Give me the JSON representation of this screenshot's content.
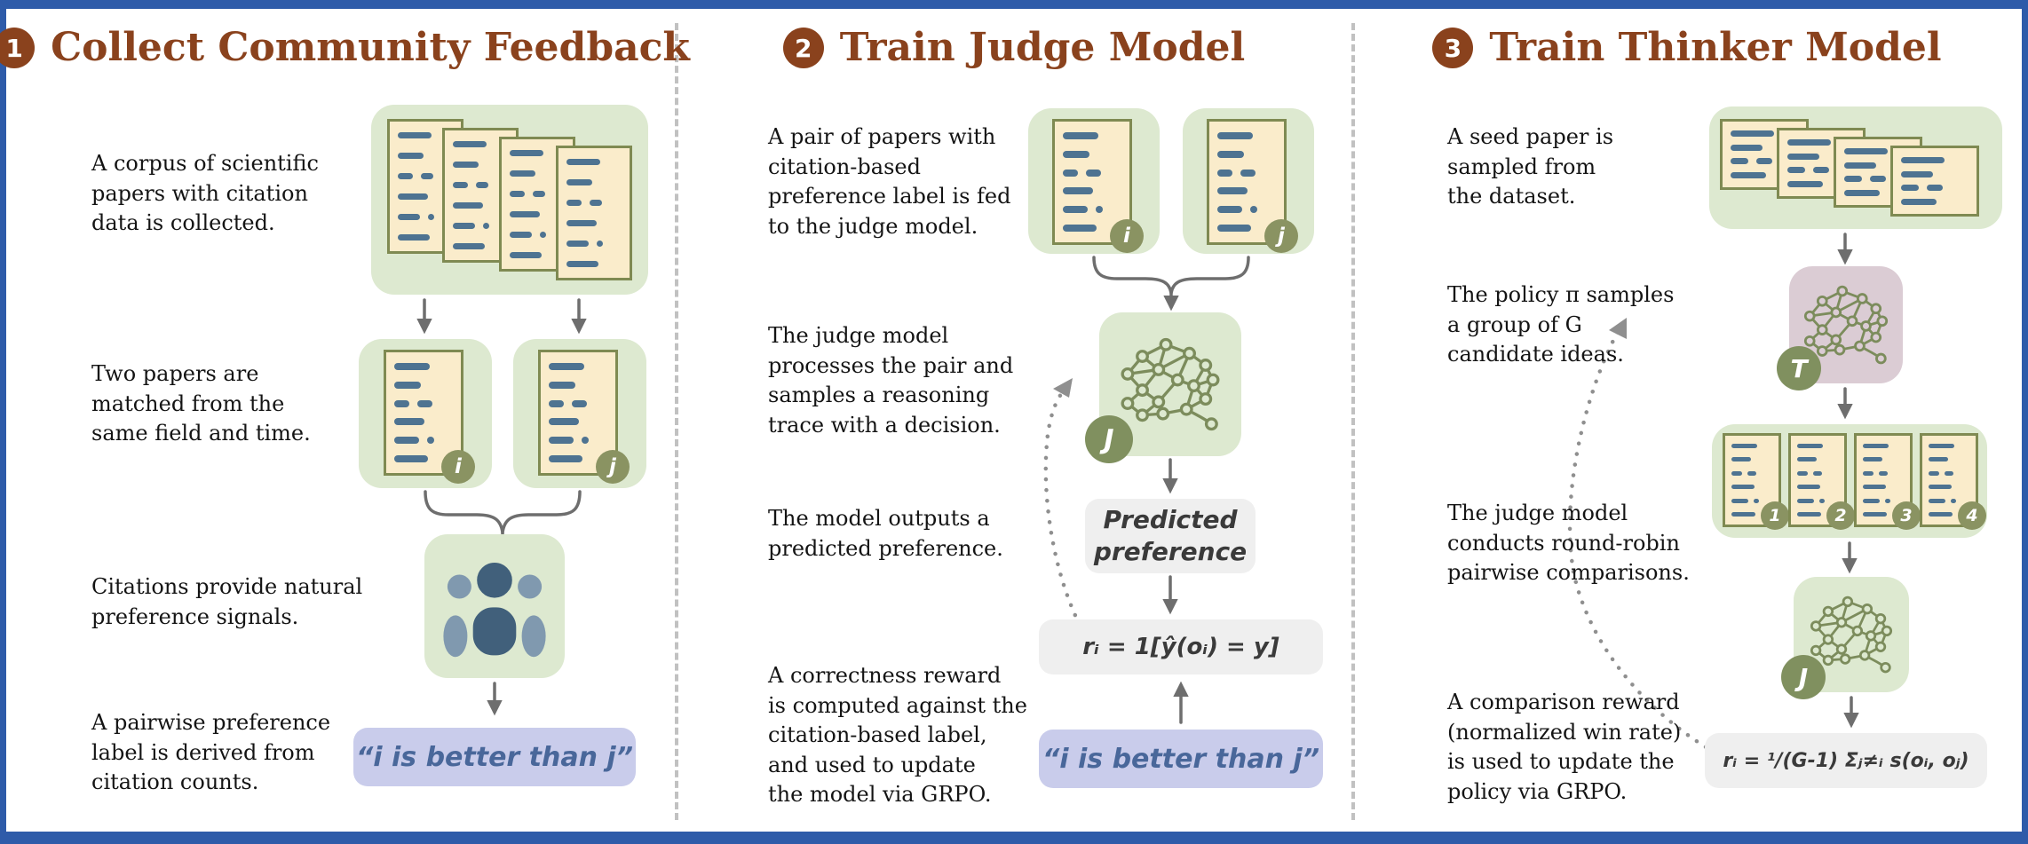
{
  "colors": {
    "frame_blue": "#2e5ba9",
    "title_brown": "#8a421d",
    "panel_green": "#dde9d0",
    "paper_cream": "#faeccb",
    "paper_border": "#7f8a52",
    "paper_line_blue": "#4e7391",
    "badge_olive": "#8a9362",
    "brain_olive": "#7c8c5c",
    "thinker_mauve": "#dbccd4",
    "label_lavender": "#c9cceb",
    "label_text_blue": "#49679a",
    "formula_box_gray": "#efefef",
    "arrow_gray": "#6e6e6e",
    "people_dark": "#41607b",
    "people_light": "#8099af"
  },
  "panels": [
    {
      "number": "1",
      "title": "Collect Community Feedback",
      "steps": [
        "A corpus of scientific\npapers with citation\ndata is collected.",
        "Two papers are\nmatched from the\nsame field and time.",
        "Citations provide natural\npreference signals.",
        "A pairwise preference\nlabel is derived from\ncitation counts."
      ],
      "badges": [
        "i",
        "j"
      ],
      "pref_label": "“i is better than j”"
    },
    {
      "number": "2",
      "title": "Train Judge Model",
      "steps": [
        "A pair of papers with\ncitation-based\npreference label is fed\nto the judge model.",
        "The judge model\nprocesses the pair and\nsamples a reasoning\ntrace with a decision.",
        "The model outputs a\npredicted preference.",
        "A correctness reward\nis computed against the\ncitation-based label,\nand used to update\nthe model via GRPO."
      ],
      "badges": [
        "i",
        "j"
      ],
      "judge_badge": "J",
      "predicted_label": "Predicted preference",
      "formula": "rᵢ = 1[ŷ(oᵢ) = y]",
      "pref_label": "“i is better than j”"
    },
    {
      "number": "3",
      "title": "Train Thinker Model",
      "steps": [
        "A seed paper is\nsampled from\nthe dataset.",
        "The policy π samples\na group of G\ncandidate ideas.",
        "The judge model\nconducts round-robin\npairwise comparisons.",
        "A comparison reward\n(normalized win rate)\nis used to update the\npolicy via GRPO."
      ],
      "thinker_badge": "T",
      "judge_badge": "J",
      "candidates": [
        "1",
        "2",
        "3",
        "4"
      ],
      "formula": "rᵢ = ¹/(G-1) Σⱼ≠ᵢ s(oᵢ, oⱼ)"
    }
  ]
}
